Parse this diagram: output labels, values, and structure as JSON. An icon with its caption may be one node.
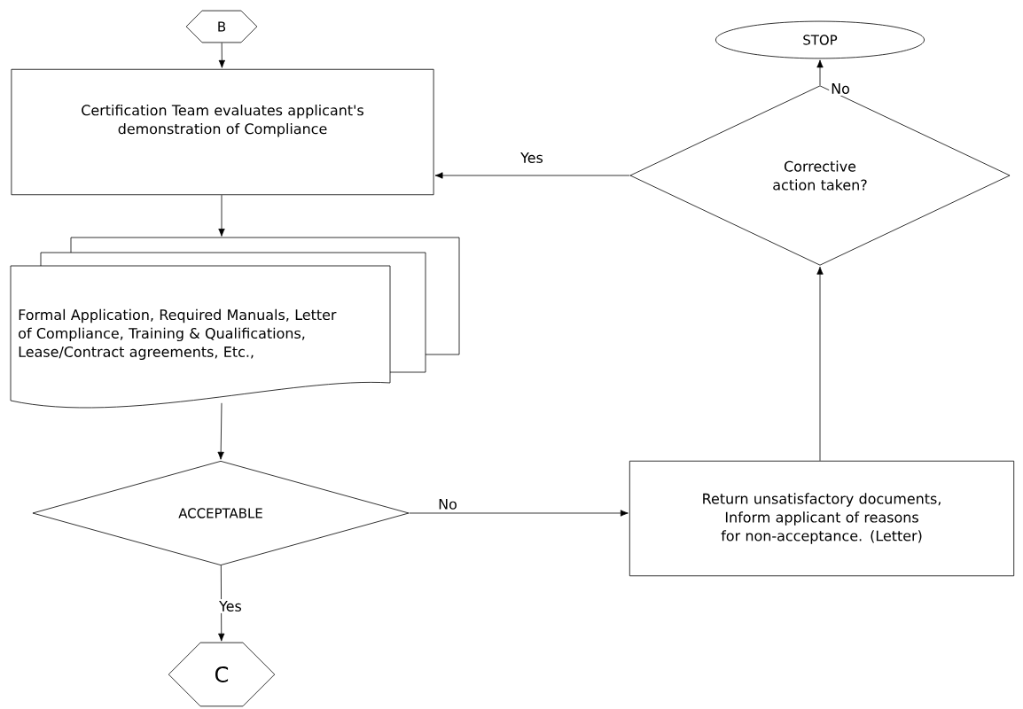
{
  "diagram": {
    "nodes": [
      {
        "text": [
          "B"
        ]
      },
      {
        "text": [
          "Certification Team evaluates applicant's demonstration of Compliance"
        ]
      },
      {
        "text": [
          "Formal Application, Required Manuals, Letter of Compliance, Training & Qualifications, Lease/Contract agreements, Etc.,"
        ]
      },
      {
        "text": [
          "ACCEPTABLE"
        ]
      },
      {
        "text": [
          "C"
        ]
      },
      {
        "text": [
          "Return unsatisfactory documents, Inform applicant of reasons for non-acceptance. (Letter)"
        ]
      },
      {
        "text": [
          "Corrective action taken?"
        ]
      },
      {
        "text": [
          "STOP"
        ]
      }
    ],
    "edges": [
      {
        "from": 0,
        "to": 1,
        "arrow": "to"
      },
      {
        "from": 1,
        "to": 2,
        "arrow": "to"
      },
      {
        "from": 2,
        "to": 3,
        "arrow": "to"
      },
      {
        "from": 3,
        "to": 4,
        "arrow": "to",
        "label": "Yes"
      },
      {
        "from": 3,
        "to": 5,
        "arrow": "to",
        "label": "No"
      },
      {
        "from": 5,
        "to": 6,
        "arrow": "to"
      },
      {
        "from": 6,
        "to": 1,
        "arrow": "to",
        "label": "Yes"
      },
      {
        "from": 6,
        "to": 7,
        "arrow": "to",
        "label": "No"
      }
    ]
  }
}
